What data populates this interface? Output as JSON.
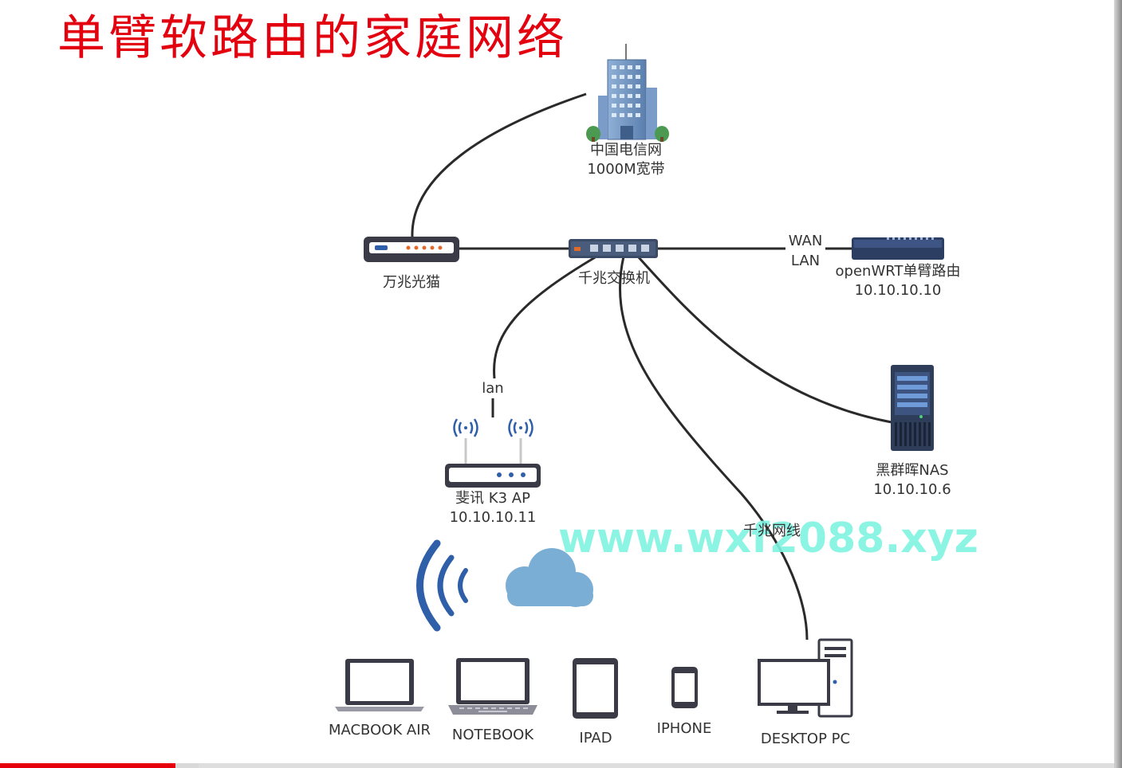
{
  "title": "单臂软路由的家庭网络",
  "watermark": "www.wxf2088.xyz",
  "nodes": {
    "isp": {
      "line1": "中国电信网",
      "line2": "1000M宽带"
    },
    "modem": {
      "label": "万兆光猫"
    },
    "switch": {
      "label": "千兆交换机"
    },
    "router": {
      "line1": "openWRT单臂路由",
      "line2": "10.10.10.10",
      "port_wan": "WAN",
      "port_lan": "LAN"
    },
    "ap": {
      "line1": "斐讯 K3 AP",
      "line2": "10.10.10.11",
      "link_label": "lan"
    },
    "nas": {
      "line1": "黑群晖NAS",
      "line2": "10.10.10.6"
    },
    "desktop": {
      "label": "DESKTOP PC",
      "link_label": "千兆网线"
    }
  },
  "devices": [
    {
      "label": "MACBOOK AIR",
      "icon": "laptop-icon"
    },
    {
      "label": "NOTEBOOK",
      "icon": "notebook-icon"
    },
    {
      "label": "IPAD",
      "icon": "tablet-icon"
    },
    {
      "label": "IPHONE",
      "icon": "phone-icon"
    }
  ],
  "video": {
    "progress": 0.157,
    "buffered": 0.178
  },
  "colors": {
    "title": "#e3000f",
    "watermark": "#7ff3df",
    "line": "#2a2a2a",
    "device_dark": "#3b3b48",
    "wifi_blue": "#2f5fa8",
    "cloud": "#7aaed4",
    "progress": "#e5000c"
  }
}
